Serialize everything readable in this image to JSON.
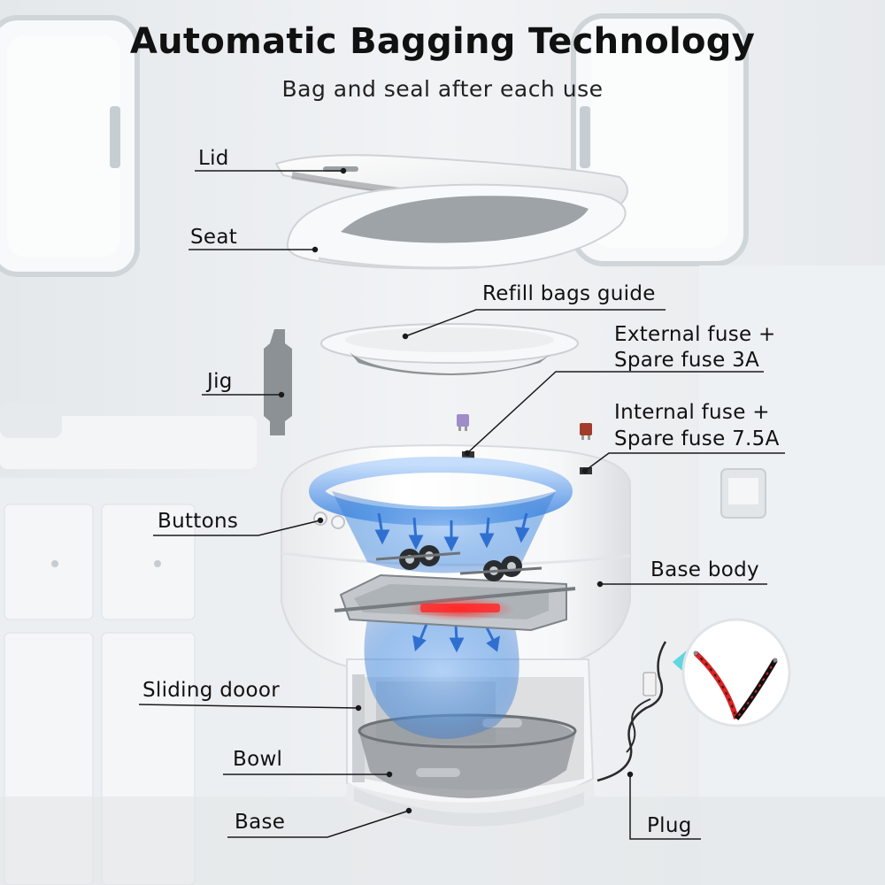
{
  "header": {
    "title": "Automatic Bagging Technology",
    "subtitle": "Bag and seal after each use"
  },
  "labels": {
    "lid": "Lid",
    "seat": "Seat",
    "refill_bags_guide": "Refill bags guide",
    "external_fuse_line1": "External fuse +",
    "external_fuse_line2": "Spare fuse 3A",
    "jig": "Jig",
    "internal_fuse_line1": "Internal fuse +",
    "internal_fuse_line2": "Spare fuse 7.5A",
    "buttons": "Buttons",
    "base_body": "Base body",
    "sliding_door": "Sliding dooor",
    "bowl": "Bowl",
    "base": "Base",
    "plug": "Plug"
  },
  "colors": {
    "airflow": "#4a8fe0",
    "heater": "#ff2a2a",
    "accent_cyan": "#5fd6e0"
  }
}
